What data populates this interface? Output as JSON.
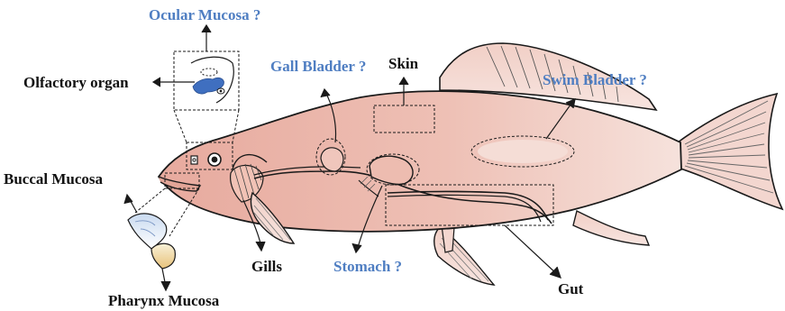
{
  "colors": {
    "question_label": "#4f7ec2",
    "organ_label": "#111111",
    "fish_body": "#e9b6aa",
    "outline": "#1a1a1a"
  },
  "labels": {
    "ocular_mucosa": "Ocular Mucosa ?",
    "olfactory_organ": "Olfactory organ",
    "gall_bladder": "Gall Bladder ?",
    "skin": "Skin",
    "swim_bladder": "Swim Bladder ?",
    "buccal_mucosa": "Buccal Mucosa",
    "gills": "Gills",
    "stomach": "Stomach ?",
    "gut": "Gut",
    "pharynx_mucosa": "Pharynx Mucosa"
  }
}
